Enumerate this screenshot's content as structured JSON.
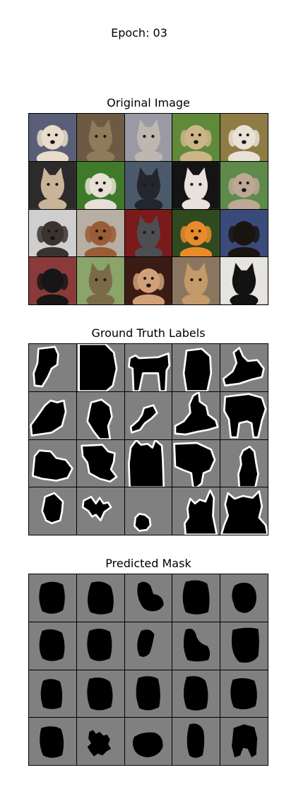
{
  "figure": {
    "suptitle": "Epoch: 03",
    "panels": [
      {
        "id": "original",
        "title": "Original Image"
      },
      {
        "id": "ground_truth",
        "title": "Ground Truth Labels"
      },
      {
        "id": "predicted",
        "title": "Predicted Mask"
      }
    ]
  },
  "original_tiles": [
    {
      "subject": "dog",
      "bg": "#5a5f78",
      "fg": "#e8dccb"
    },
    {
      "subject": "cat",
      "bg": "#6d5a44",
      "fg": "#8f7a5a"
    },
    {
      "subject": "cat",
      "bg": "#9a9aa4",
      "fg": "#bdb7b0"
    },
    {
      "subject": "dog",
      "bg": "#5f8a3a",
      "fg": "#cdb58a"
    },
    {
      "subject": "dog",
      "bg": "#8f7c45",
      "fg": "#e8e2d6"
    },
    {
      "subject": "cat",
      "bg": "#2c2a2a",
      "fg": "#c9b49a"
    },
    {
      "subject": "dog",
      "bg": "#3f7a2a",
      "fg": "#e6e0d6"
    },
    {
      "subject": "cat",
      "bg": "#4a5a6a",
      "fg": "#24262e"
    },
    {
      "subject": "cat",
      "bg": "#141414",
      "fg": "#e7e2dc"
    },
    {
      "subject": "dog",
      "bg": "#5e8a4a",
      "fg": "#bca894"
    },
    {
      "subject": "dog",
      "bg": "#cfcfcf",
      "fg": "#3a3430"
    },
    {
      "subject": "dog",
      "bg": "#b7aea4",
      "fg": "#9a5c36"
    },
    {
      "subject": "cat",
      "bg": "#7a1a1a",
      "fg": "#4c4e52"
    },
    {
      "subject": "dog",
      "bg": "#2f4a1e",
      "fg": "#e98b2a"
    },
    {
      "subject": "dog",
      "bg": "#3a4a7a",
      "fg": "#1a1410"
    },
    {
      "subject": "dog",
      "bg": "#8a3a3a",
      "fg": "#161616"
    },
    {
      "subject": "cat",
      "bg": "#8aa46a",
      "fg": "#7a6a48"
    },
    {
      "subject": "dog",
      "bg": "#3a1c14",
      "fg": "#d2a078"
    },
    {
      "subject": "cat",
      "bg": "#8a7660",
      "fg": "#c49a6a"
    },
    {
      "subject": "cat",
      "bg": "#e6e4e0",
      "fg": "#121212"
    }
  ]
}
